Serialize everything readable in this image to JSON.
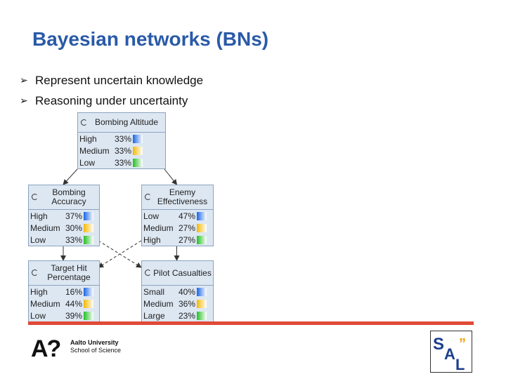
{
  "slide": {
    "title": "Bayesian networks (BNs)",
    "bullets": [
      "Represent uncertain knowledge",
      "Reasoning under uncertainty"
    ]
  },
  "network": {
    "nodes": [
      {
        "id": "bombing-altitude",
        "label": "Bombing Altitude",
        "states": [
          {
            "name": "High",
            "pct": "33%",
            "color": "#1a66e6"
          },
          {
            "name": "Medium",
            "pct": "33%",
            "color": "#f5b800"
          },
          {
            "name": "Low",
            "pct": "33%",
            "color": "#22c022"
          }
        ]
      },
      {
        "id": "bombing-accuracy",
        "label": "Bombing Accuracy",
        "states": [
          {
            "name": "High",
            "pct": "37%",
            "color": "#1a66e6"
          },
          {
            "name": "Medium",
            "pct": "30%",
            "color": "#f5b800"
          },
          {
            "name": "Low",
            "pct": "33%",
            "color": "#22c022"
          }
        ]
      },
      {
        "id": "enemy-effectiveness",
        "label": "Enemy Effectiveness",
        "states": [
          {
            "name": "Low",
            "pct": "47%",
            "color": "#1a66e6"
          },
          {
            "name": "Medium",
            "pct": "27%",
            "color": "#f5b800"
          },
          {
            "name": "High",
            "pct": "27%",
            "color": "#22c022"
          }
        ]
      },
      {
        "id": "target-hit",
        "label": "Target Hit Percentage",
        "states": [
          {
            "name": "High",
            "pct": "16%",
            "color": "#1a66e6"
          },
          {
            "name": "Medium",
            "pct": "44%",
            "color": "#f5b800"
          },
          {
            "name": "Low",
            "pct": "39%",
            "color": "#22c022"
          }
        ]
      },
      {
        "id": "pilot-casualties",
        "label": "Pilot Casualties",
        "states": [
          {
            "name": "Small",
            "pct": "40%",
            "color": "#1a66e6"
          },
          {
            "name": "Medium",
            "pct": "36%",
            "color": "#f5b800"
          },
          {
            "name": "Large",
            "pct": "23%",
            "color": "#22c022"
          }
        ]
      }
    ],
    "edges": [
      {
        "from": "bombing-altitude",
        "to": "bombing-accuracy",
        "style": "solid"
      },
      {
        "from": "bombing-altitude",
        "to": "enemy-effectiveness",
        "style": "solid"
      },
      {
        "from": "bombing-accuracy",
        "to": "target-hit",
        "style": "solid"
      },
      {
        "from": "enemy-effectiveness",
        "to": "pilot-casualties",
        "style": "solid"
      },
      {
        "from": "bombing-accuracy",
        "to": "pilot-casualties",
        "style": "dashed"
      },
      {
        "from": "enemy-effectiveness",
        "to": "target-hit",
        "style": "dashed"
      }
    ]
  },
  "footer": {
    "university": "Aalto University",
    "school": "School of Science",
    "accent_color": "#e04a38",
    "logo_mark": "A?",
    "sal_logo": "SAL"
  }
}
